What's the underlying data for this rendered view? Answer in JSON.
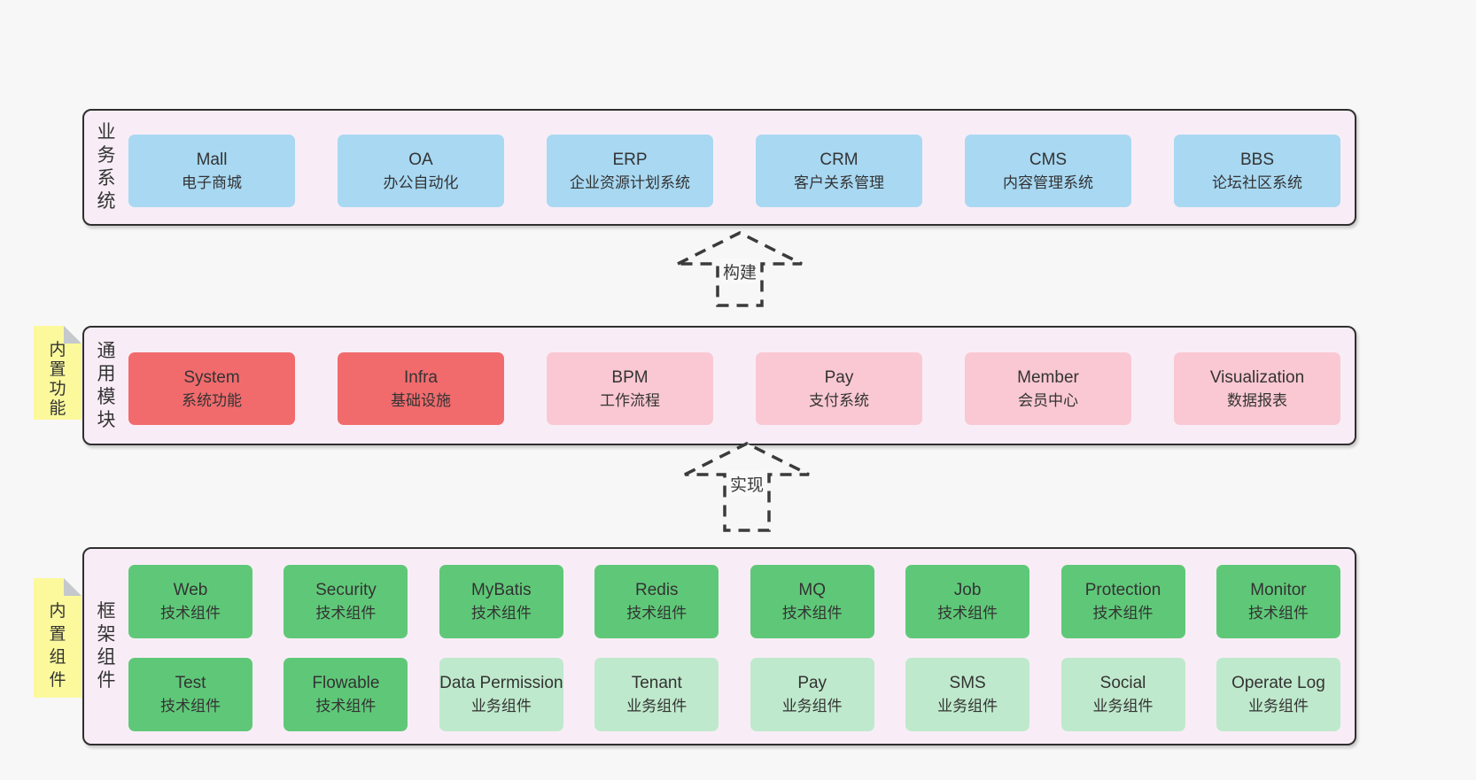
{
  "arrows": [
    {
      "label": "构建"
    },
    {
      "label": "实现"
    }
  ],
  "layers": [
    {
      "label": "业务系统",
      "rows": [
        [
          {
            "name": "Mall",
            "subtitle": "电子商城",
            "type": "blue"
          },
          {
            "name": "OA",
            "subtitle": "办公自动化",
            "type": "blue"
          },
          {
            "name": "ERP",
            "subtitle": "企业资源计划系统",
            "type": "blue"
          },
          {
            "name": "CRM",
            "subtitle": "客户关系管理",
            "type": "blue"
          },
          {
            "name": "CMS",
            "subtitle": "内容管理系统",
            "type": "blue"
          },
          {
            "name": "BBS",
            "subtitle": "论坛社区系统",
            "type": "blue"
          }
        ]
      ]
    },
    {
      "label": "通用模块",
      "sticky": "内置功能",
      "rows": [
        [
          {
            "name": "System",
            "subtitle": "系统功能",
            "type": "red"
          },
          {
            "name": "Infra",
            "subtitle": "基础设施",
            "type": "red"
          },
          {
            "name": "BPM",
            "subtitle": "工作流程",
            "type": "pink"
          },
          {
            "name": "Pay",
            "subtitle": "支付系统",
            "type": "pink"
          },
          {
            "name": "Member",
            "subtitle": "会员中心",
            "type": "pink"
          },
          {
            "name": "Visualization",
            "subtitle": "数据报表",
            "type": "pink"
          }
        ]
      ]
    },
    {
      "label": "框架组件",
      "sticky": "内置组件",
      "rows": [
        [
          {
            "name": "Web",
            "subtitle": "技术组件",
            "type": "green"
          },
          {
            "name": "Security",
            "subtitle": "技术组件",
            "type": "green"
          },
          {
            "name": "MyBatis",
            "subtitle": "技术组件",
            "type": "green"
          },
          {
            "name": "Redis",
            "subtitle": "技术组件",
            "type": "green"
          },
          {
            "name": "MQ",
            "subtitle": "技术组件",
            "type": "green"
          },
          {
            "name": "Job",
            "subtitle": "技术组件",
            "type": "green"
          },
          {
            "name": "Protection",
            "subtitle": "技术组件",
            "type": "green"
          },
          {
            "name": "Monitor",
            "subtitle": "技术组件",
            "type": "green"
          }
        ],
        [
          {
            "name": "Test",
            "subtitle": "技术组件",
            "type": "green"
          },
          {
            "name": "Flowable",
            "subtitle": "技术组件",
            "type": "green"
          },
          {
            "name": "Data Permission",
            "subtitle": "业务组件",
            "type": "lightgreen"
          },
          {
            "name": "Tenant",
            "subtitle": "业务组件",
            "type": "lightgreen"
          },
          {
            "name": "Pay",
            "subtitle": "业务组件",
            "type": "lightgreen"
          },
          {
            "name": "SMS",
            "subtitle": "业务组件",
            "type": "lightgreen"
          },
          {
            "name": "Social",
            "subtitle": "业务组件",
            "type": "lightgreen"
          },
          {
            "name": "Operate Log",
            "subtitle": "业务组件",
            "type": "lightgreen"
          }
        ]
      ]
    }
  ],
  "colors": {
    "page_bg": "#f7f7f7",
    "container_bg": "#f8edf6",
    "container_border": "#2f2f2f",
    "blue": "#a8d8f2",
    "red": "#f16b6d",
    "pink": "#fac8d2",
    "green": "#5fc878",
    "light_green": "#bfe9cc",
    "sticky_yellow": "#fbf99c",
    "sticky_fold": "#c5c8cc",
    "text": "#333333"
  }
}
